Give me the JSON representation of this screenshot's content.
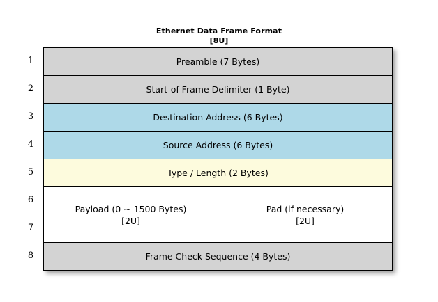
{
  "title": {
    "main": "Ethernet Data Frame Format",
    "sub": "[8U]"
  },
  "row_numbers": [
    "1",
    "2",
    "3",
    "4",
    "5",
    "6",
    "7",
    "8"
  ],
  "colors": {
    "gray": "#d3d3d3",
    "blue": "#aed9e8",
    "cream": "#fdfbdd",
    "white": "#ffffff",
    "border": "#000000",
    "background": "#ffffff"
  },
  "chart_data": {
    "type": "table",
    "title": "Ethernet Data Frame Format",
    "subtitle": "[8U]",
    "rows": [
      {
        "number": "1",
        "label": "Preamble (7 Bytes)",
        "fill": "gray",
        "span": 1
      },
      {
        "number": "2",
        "label": "Start-of-Frame Delimiter (1 Byte)",
        "fill": "gray",
        "span": 1
      },
      {
        "number": "3",
        "label": "Destination Address (6 Bytes)",
        "fill": "blue",
        "span": 1
      },
      {
        "number": "4",
        "label": "Source Address (6 Bytes)",
        "fill": "blue",
        "span": 1
      },
      {
        "number": "5",
        "label": "Type / Length (2 Bytes)",
        "fill": "cream",
        "span": 1
      },
      {
        "number": "6-7",
        "label": "Payload (0 ~ 1500 Bytes)",
        "sub": "[2U]",
        "label2": "Pad (if necessary)",
        "sub2": "[2U]",
        "fill": "white",
        "span": 2,
        "split": true
      },
      {
        "number": "8",
        "label": "Frame Check Sequence (4 Bytes)",
        "fill": "gray",
        "span": 1
      }
    ]
  },
  "fields": {
    "preamble": "Preamble (7 Bytes)",
    "sfd": "Start-of-Frame Delimiter (1 Byte)",
    "destination_address": "Destination Address (6 Bytes)",
    "source_address": "Source Address (6 Bytes)",
    "type_length": "Type / Length (2 Bytes)",
    "payload": "Payload (0 ~ 1500 Bytes)",
    "payload_sub": "[2U]",
    "pad": "Pad (if necessary)",
    "pad_sub": "[2U]",
    "fcs": "Frame Check Sequence (4 Bytes)"
  }
}
